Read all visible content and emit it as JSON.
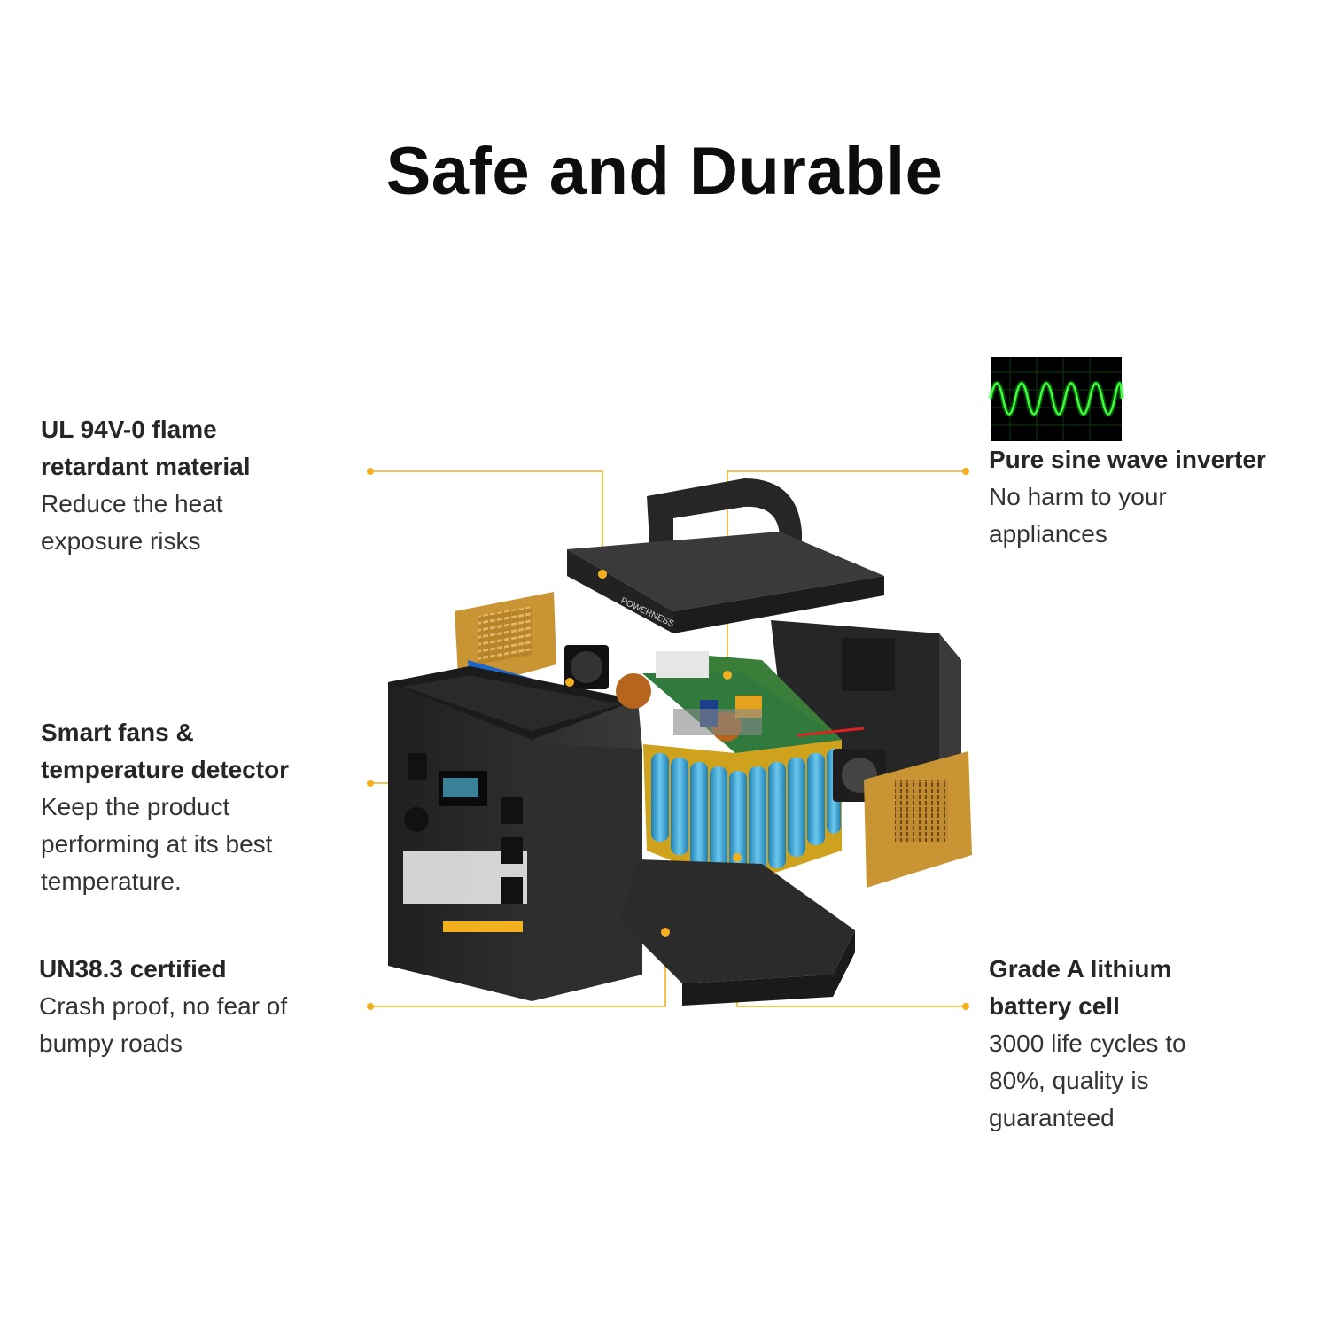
{
  "title": "Safe and Durable",
  "features": {
    "flame": {
      "heading": [
        "UL 94V-0 flame",
        "retardant material"
      ],
      "desc": [
        "Reduce the heat",
        "exposure risks"
      ]
    },
    "fans": {
      "heading": [
        "Smart fans &",
        "temperature detector"
      ],
      "desc": [
        "Keep the product",
        "performing at its best",
        "temperature."
      ]
    },
    "un383": {
      "heading": [
        "UN38.3 certified"
      ],
      "desc": [
        "Crash proof, no fear of",
        "bumpy roads"
      ]
    },
    "inverter": {
      "heading": [
        "Pure sine wave inverter"
      ],
      "desc": [
        "No harm to your",
        "appliances"
      ]
    },
    "battery": {
      "heading": [
        "Grade A lithium",
        "battery cell"
      ],
      "desc": [
        "3000 life cycles to",
        "80%, quality is",
        "guaranteed"
      ]
    }
  },
  "product": {
    "brand_mark": "POWERNESS",
    "icons": [
      "sine-wave-icon",
      "power-station-exploded-illustration"
    ]
  },
  "colors": {
    "accent": "#f2b01e",
    "wave": "#1fd21f",
    "body": "#2b2b2b",
    "cells": "#3aa9d9",
    "panel": "#c99434"
  }
}
